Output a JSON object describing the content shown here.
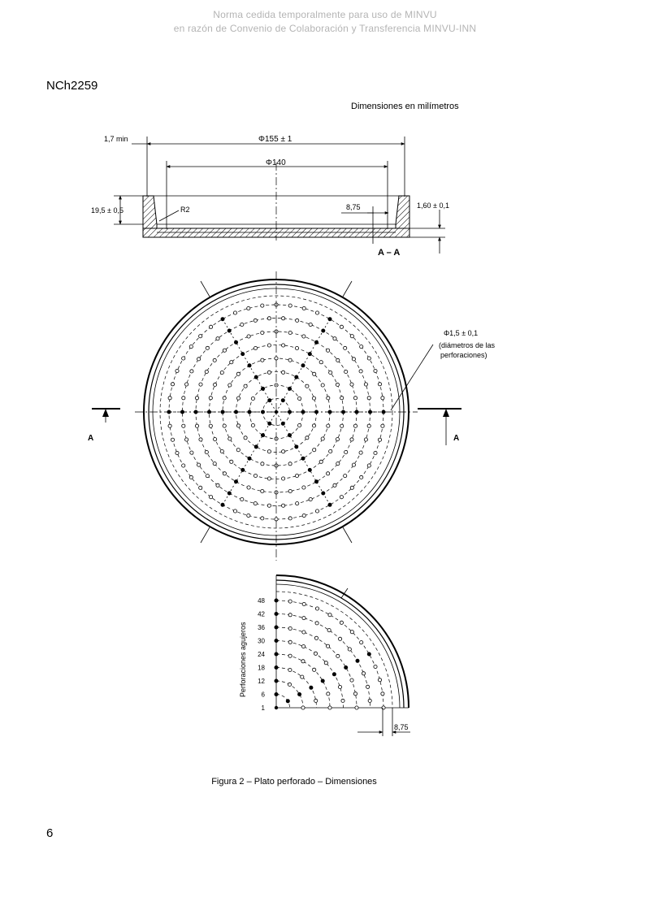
{
  "watermark": {
    "line1": "Norma cedida temporalmente para uso de MINVU",
    "line2": "en razón de Convenio de Colaboración y Transferencia MINVU-INN"
  },
  "header": {
    "standard_code": "NCh2259",
    "units_note": "Dimensiones en milímetros"
  },
  "section_drawing": {
    "dim_min_wall": "1,7 min",
    "dim_outer_diameter": "Φ155 ± 1",
    "dim_inner_diameter": "Φ140",
    "dim_height": "19,5 ± 0,5",
    "dim_radius": "R2",
    "dim_pitch": "8,75",
    "dim_thickness": "1,60 ± 0,1",
    "section_label": "A – A"
  },
  "plan_view": {
    "hole_note_line1": "Φ1,5 ± 0,1",
    "hole_note_line2": "(diámetros de las",
    "hole_note_line3": "perforaciones)",
    "section_mark_left": "A",
    "section_mark_right": "A"
  },
  "quadrant_detail": {
    "axis_label": "Perforaciones agujeros",
    "hole_counts": [
      "48",
      "42",
      "36",
      "30",
      "24",
      "18",
      "12",
      "6",
      "1"
    ],
    "dim_pitch": "8,75"
  },
  "footer": {
    "figure_caption": "Figura 2 – Plato perforado – Dimensiones",
    "page_number": "6"
  }
}
